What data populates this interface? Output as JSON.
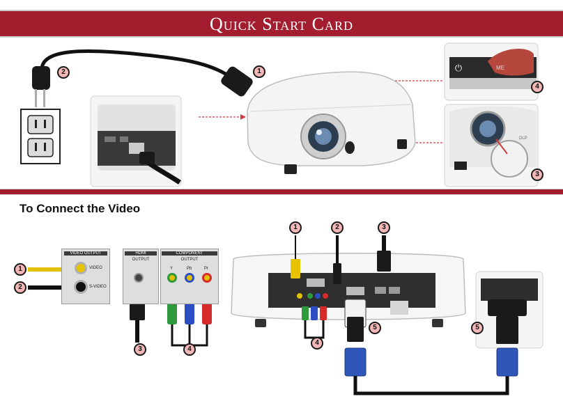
{
  "header": {
    "title": "Quick Start Card"
  },
  "section": {
    "connect_video_heading": "To Connect the Video"
  },
  "power_steps": {
    "step1": "1",
    "step2": "2",
    "step3": "3",
    "step4": "4"
  },
  "video_steps": {
    "step1": "1",
    "step2": "2",
    "step3": "3",
    "step4": "4",
    "step5": "5"
  },
  "device_panel": {
    "video_output_label": "VIDEO OUTPUT",
    "video_label": "VIDEO",
    "svideo_label": "S-VIDEO",
    "hdmi_label_line1": "HDMI",
    "hdmi_label_line2": "OUTPUT",
    "component_label_line1": "COMPONENT",
    "component_label_line2": "OUTPUT",
    "y_label": "Y",
    "pb_label": "Pb",
    "pr_label": "Pr"
  },
  "projector_panel": {
    "brand_label": "DLP",
    "menu_label": "ME"
  },
  "colors": {
    "brand_red": "#a41d2e",
    "badge_fill": "#f3b7b7",
    "vga_blue": "#2f56b8"
  }
}
